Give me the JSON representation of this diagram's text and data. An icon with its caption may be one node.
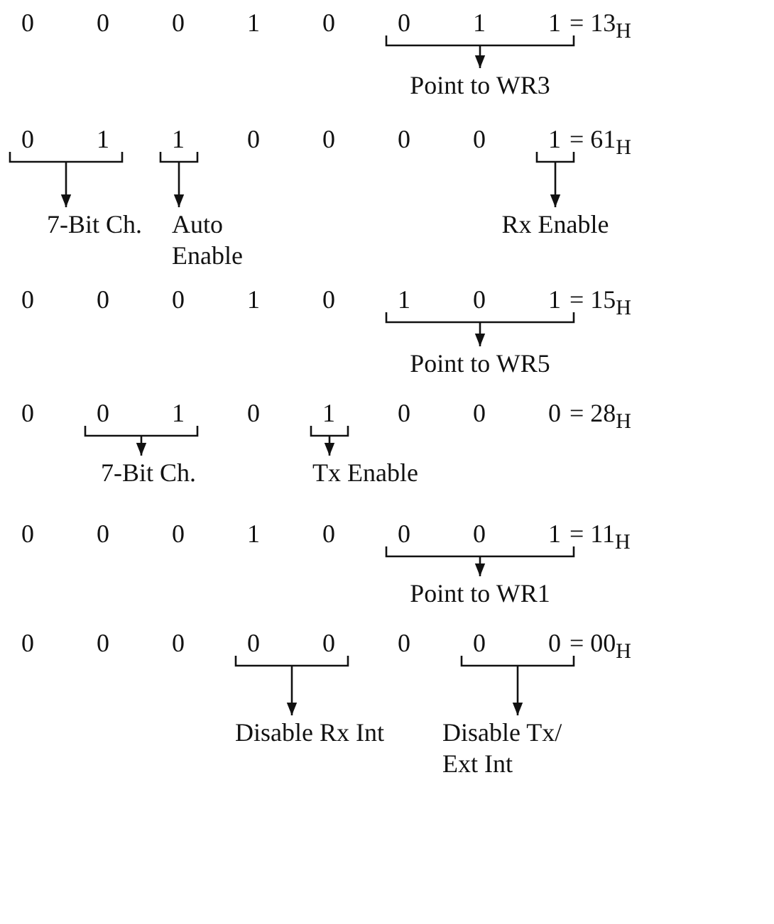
{
  "diagram": {
    "labels": [
      "0",
      "0",
      "0",
      "1",
      "0",
      "0",
      "1",
      "1",
      "= 13$_{H}$",
      "Point to WR3",
      "0",
      "1",
      "1",
      "0",
      "0",
      "0",
      "0",
      "1",
      "= 61$_{H}$",
      "7-Bit Ch.",
      "Auto Enable",
      "Rx Enable",
      "0",
      "0",
      "0",
      "1",
      "0",
      "1",
      "0",
      "1",
      "= 15$_{H}$",
      "Point to WR5",
      "0",
      "0",
      "1",
      "0",
      "1",
      "0",
      "0",
      "0",
      "= 28$_{H}$",
      "7-Bit Ch.",
      "Tx Enable",
      "0",
      "0",
      "0",
      "1",
      "0",
      "0",
      "0",
      "1",
      "= 11$_{H}$",
      "Point to WR1",
      "0",
      "0",
      "0",
      "0",
      "0",
      "0",
      "0",
      "0",
      "= 00$_{H}$",
      "Disable Rx Int",
      "Disable Tx/ Ext Int"
    ]
  }
}
